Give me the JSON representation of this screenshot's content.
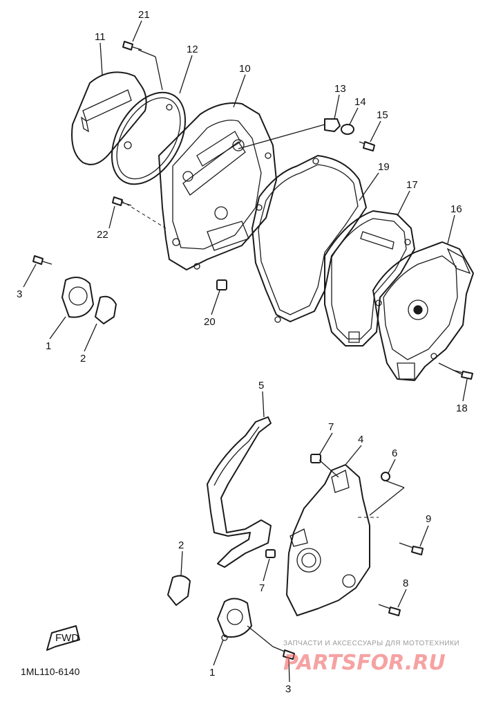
{
  "diagram": {
    "labels": {
      "p1a": "1",
      "p2a": "2",
      "p3a": "3",
      "p10": "10",
      "p11": "11",
      "p12": "12",
      "p13": "13",
      "p14": "14",
      "p15": "15",
      "p16": "16",
      "p17": "17",
      "p18": "18",
      "p19": "19",
      "p20": "20",
      "p21": "21",
      "p22": "22",
      "p5": "5",
      "p7a": "7",
      "p4": "4",
      "p6": "6",
      "p9": "9",
      "p2b": "2",
      "p7b": "7",
      "p8": "8",
      "p1b": "1",
      "p3b": "3"
    },
    "fwd_label": "FWD",
    "drawing_code": "1ML110-6140"
  },
  "watermark": {
    "tagline": "ЗАПЧАСТИ И АКСЕССУАРЫ ДЛЯ МОТОТЕХНИКИ",
    "brand": "PARTSFOR.RU"
  }
}
